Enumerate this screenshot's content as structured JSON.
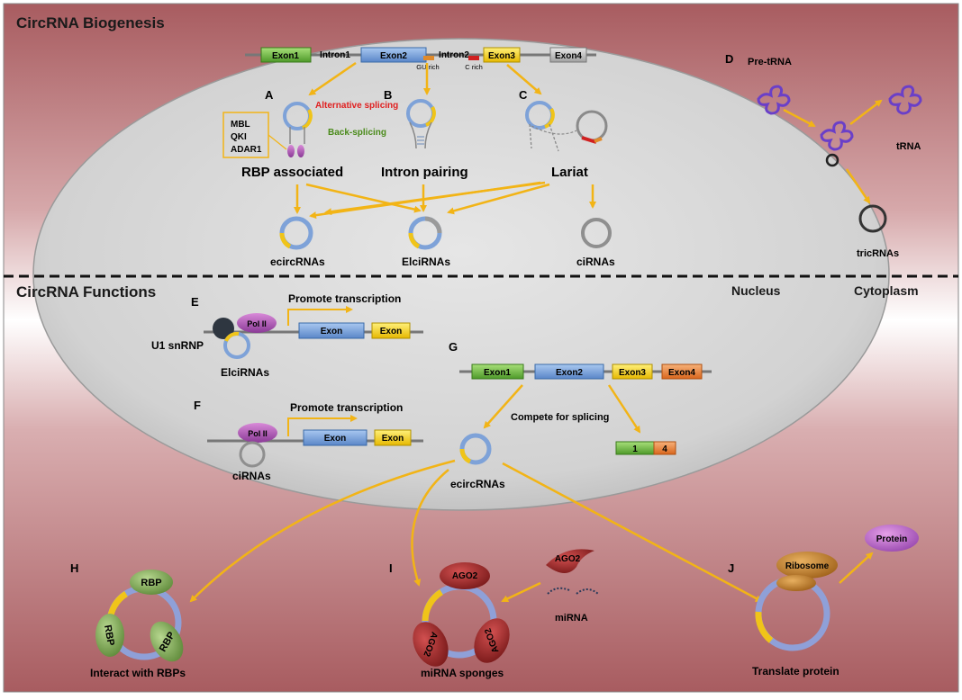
{
  "headings": {
    "biogenesis": "CircRNA Biogenesis",
    "functions": "CircRNA Functions",
    "nucleus": "Nucleus",
    "cytoplasm": "Cytoplasm"
  },
  "gene": {
    "exon1": "Exon1",
    "intron1": "Intron1",
    "exon2": "Exon2",
    "intron2": "Intron2",
    "exon3": "Exon3",
    "exon4": "Exon4",
    "gu_rich": "GU rich",
    "c_rich": "C rich"
  },
  "panel_a": {
    "letter": "A",
    "alt_splicing": "Alternative splicing",
    "back_splicing": "Back-splicing",
    "rbps": [
      "MBL",
      "QKI",
      "ADAR1"
    ],
    "title": "RBP associated"
  },
  "panel_b": {
    "letter": "B",
    "title": "Intron pairing"
  },
  "panel_c": {
    "letter": "C",
    "title": "Lariat"
  },
  "products": {
    "ecircrnas": "ecircRNAs",
    "elcirnas": "ElciRNAs",
    "cirnas": "ciRNAs"
  },
  "panel_d": {
    "letter": "D",
    "pre_trna": "Pre-tRNA",
    "trna": "tRNA",
    "tricrnas": "tricRNAs"
  },
  "panel_e": {
    "letter": "E",
    "promote": "Promote transcription",
    "pol2": "Pol II",
    "exon_a": "Exon",
    "exon_b": "Exon",
    "u1": "U1 snRNP",
    "elcirnas": "ElciRNAs"
  },
  "panel_f": {
    "letter": "F",
    "promote": "Promote transcription",
    "pol2": "Pol II",
    "exon_a": "Exon",
    "exon_b": "Exon",
    "cirnas": "ciRNAs"
  },
  "panel_g": {
    "letter": "G",
    "exon1": "Exon1",
    "exon2": "Exon2",
    "exon3": "Exon3",
    "exon4": "Exon4",
    "compete": "Compete for splicing",
    "product_1": "1",
    "product_4": "4",
    "ecircrnas": "ecircRNAs"
  },
  "panel_h": {
    "letter": "H",
    "rbp_top": "RBP",
    "rbp_left": "RBP",
    "rbp_right": "RBP",
    "caption": "Interact with RBPs"
  },
  "panel_i": {
    "letter": "I",
    "ago2_top": "AGO2",
    "ago2_free": "AGO2",
    "ago2_left": "AGO2",
    "ago2_right": "AGO2",
    "mirna": "miRNA",
    "caption": "miRNA sponges"
  },
  "panel_j": {
    "letter": "J",
    "ribosome": "Ribosome",
    "protein": "Protein",
    "caption": "Translate protein"
  }
}
